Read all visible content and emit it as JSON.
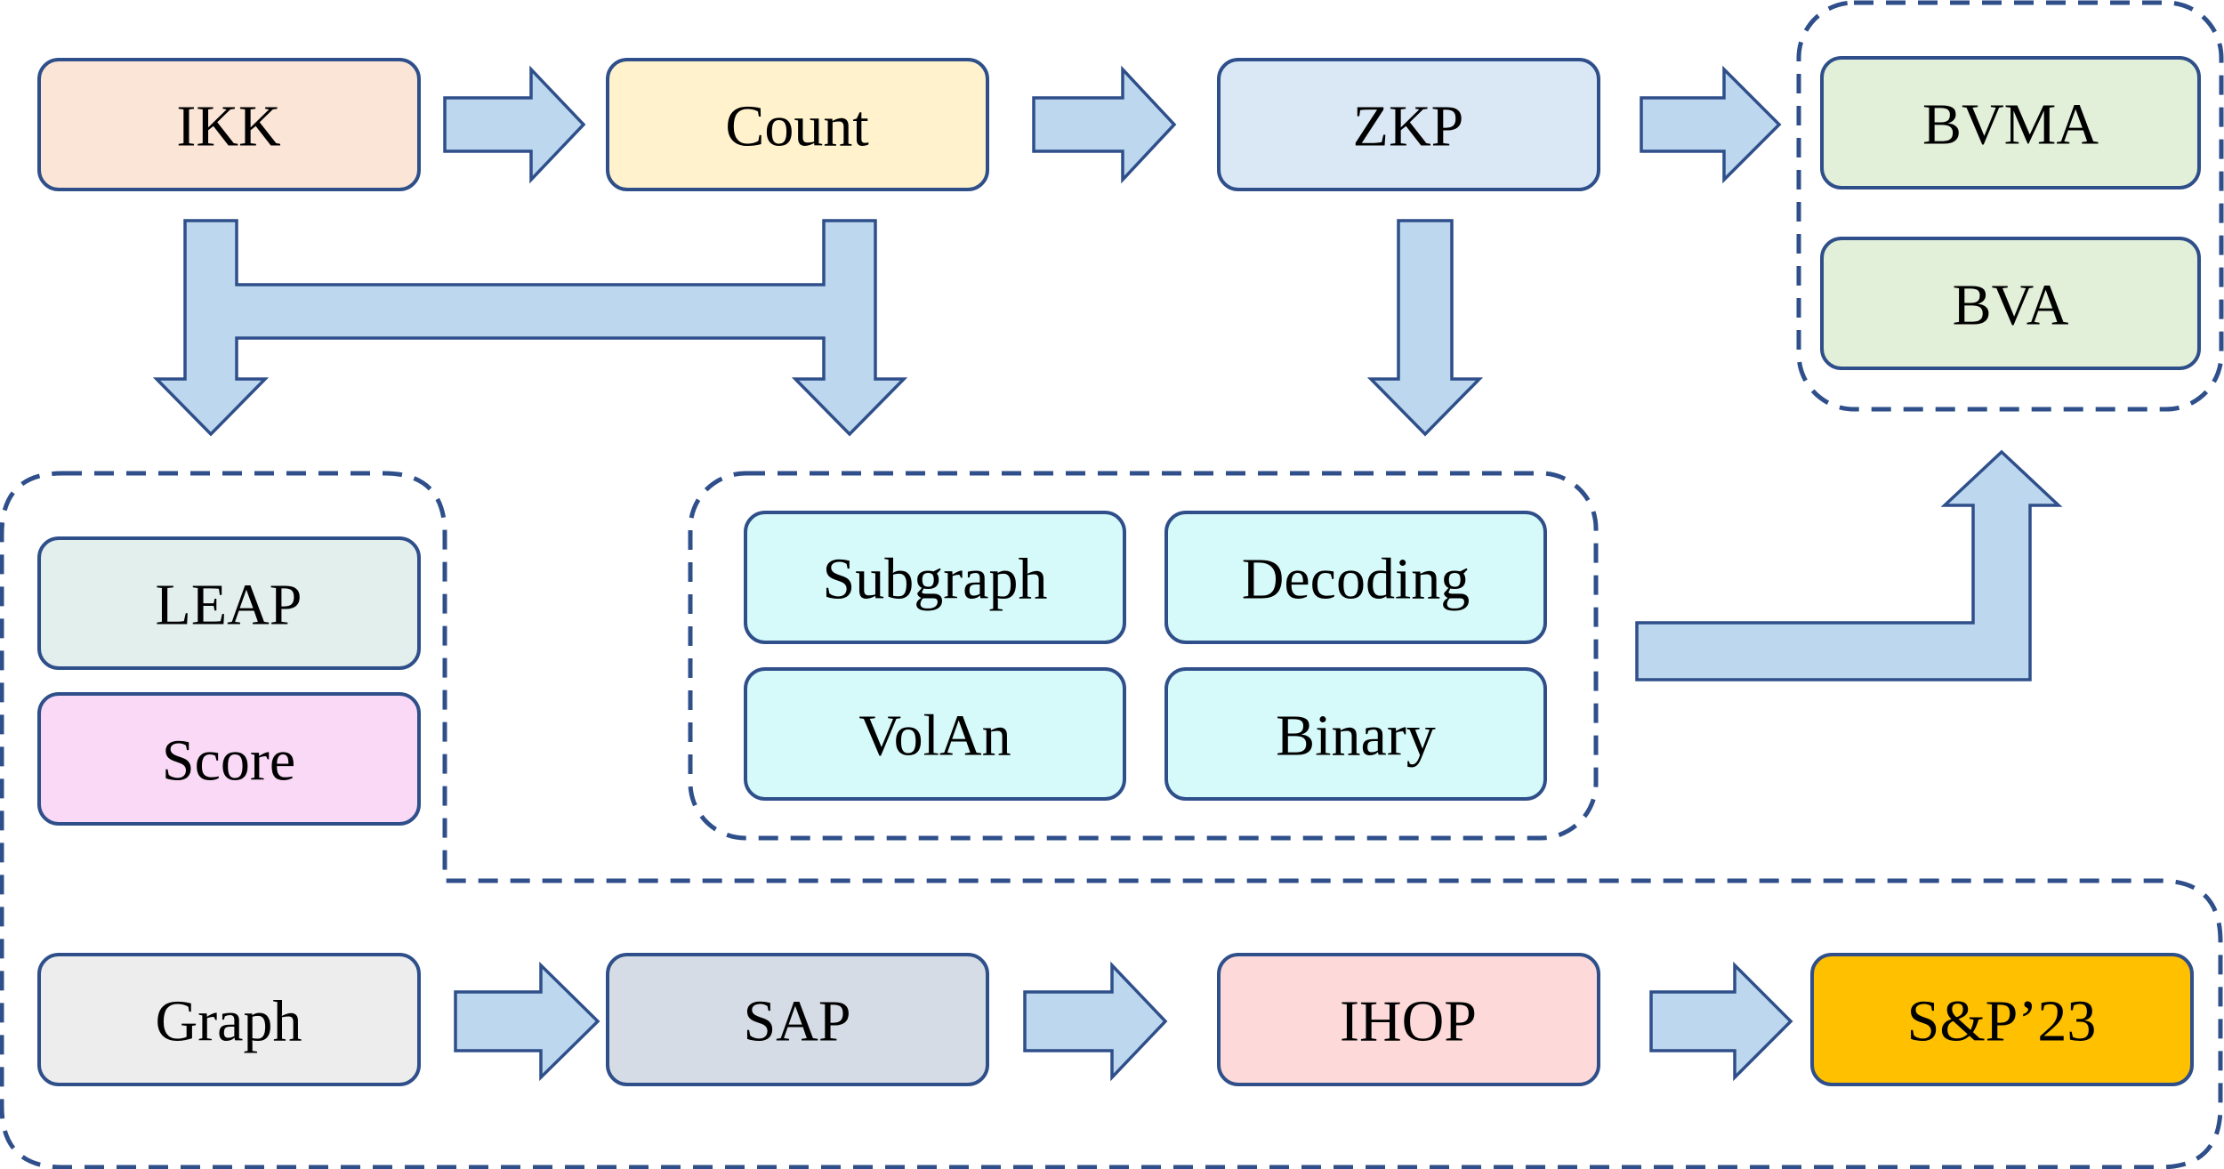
{
  "nodes": {
    "ikk": {
      "label": "IKK",
      "color": "#fbe5d6"
    },
    "count": {
      "label": "Count",
      "color": "#fff2cc"
    },
    "zkp": {
      "label": "ZKP",
      "color": "#dae8f6"
    },
    "bvma": {
      "label": "BVMA",
      "color": "#e2f0d9"
    },
    "bva": {
      "label": "BVA",
      "color": "#e2f0d9"
    },
    "leap": {
      "label": "LEAP",
      "color": "#e2efed"
    },
    "score": {
      "label": "Score",
      "color": "#f9d9f6"
    },
    "subgraph": {
      "label": "Subgraph",
      "color": "#d6fafa"
    },
    "decoding": {
      "label": "Decoding",
      "color": "#d6fafa"
    },
    "volan": {
      "label": "VolAn",
      "color": "#d6fafa"
    },
    "binary": {
      "label": "Binary",
      "color": "#d6fafa"
    },
    "graph": {
      "label": "Graph",
      "color": "#ededed"
    },
    "sap": {
      "label": "SAP",
      "color": "#d6dce5"
    },
    "ihop": {
      "label": "IHOP",
      "color": "#fdd9d9"
    },
    "sp23": {
      "label": "S&P’23",
      "color": "#ffc000"
    }
  },
  "colors": {
    "stroke": "#2f4f8a",
    "arrow_fill": "#bdd7ee"
  }
}
